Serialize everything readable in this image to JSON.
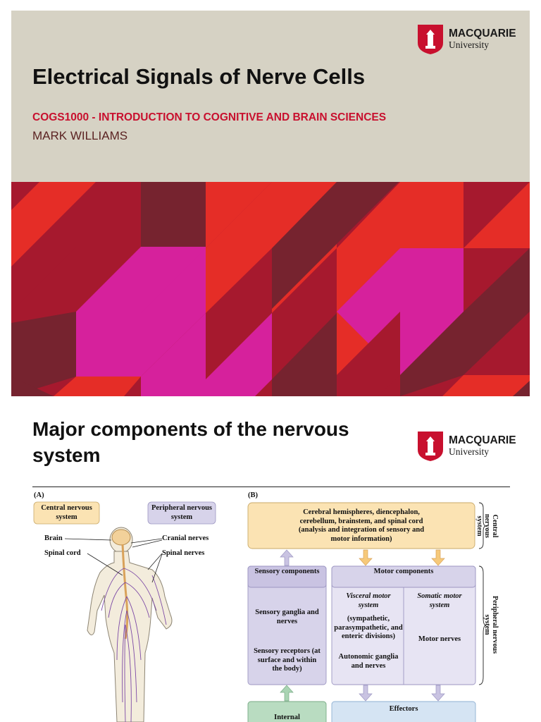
{
  "logo": {
    "name_line1": "MACQUARIE",
    "name_line2": "University"
  },
  "slide1": {
    "title": "Electrical Signals of Nerve Cells",
    "course": "COGS1000 - INTRODUCTION TO COGNITIVE AND BRAIN SCIENCES",
    "author": "MARK WILLIAMS"
  },
  "slide2": {
    "title": "Major components of the nervous system",
    "panel_a": {
      "letter": "(A)",
      "central_box": "Central nervous system",
      "peripheral_box": "Peripheral nervous system",
      "labels": {
        "brain": "Brain",
        "spinal_cord": "Spinal cord",
        "cranial_nerves": "Cranial nerves",
        "spinal_nerves": "Spinal nerves"
      }
    },
    "panel_b": {
      "letter": "(B)",
      "cns_box": "Cerebral hemispheres, diencephalon, cerebellum, brainstem, and spinal cord (analysis and integration of sensory and motor information)",
      "sensory_title": "Sensory components",
      "sensory_ganglia": "Sensory ganglia and nerves",
      "sensory_receptors": "Sensory receptors (at surface and within the body)",
      "motor_title": "Motor components",
      "visceral_title": "Visceral motor system",
      "visceral_desc": "(sympathetic, parasympathetic, and enteric divisions)",
      "autonomic": "Autonomic ganglia and nerves",
      "somatic_title": "Somatic motor system",
      "motor_nerves": "Motor nerves",
      "effectors": "Effectors",
      "internal": "Internal",
      "side_central": "Central nervous system",
      "side_peripheral": "Peripheral nervous system"
    }
  },
  "colors": {
    "title_band": "#d6d2c4",
    "accent_red": "#c8102e",
    "pattern_red": "#e52d27",
    "pattern_crimson": "#a6192e",
    "pattern_maroon": "#76232f",
    "pattern_magenta": "#d6219c",
    "cns_fill": "#fbe3b3",
    "sensory_fill": "#d7d3ea",
    "effector_fill": "#d5e4f3",
    "internal_fill": "#b9dcc1"
  }
}
